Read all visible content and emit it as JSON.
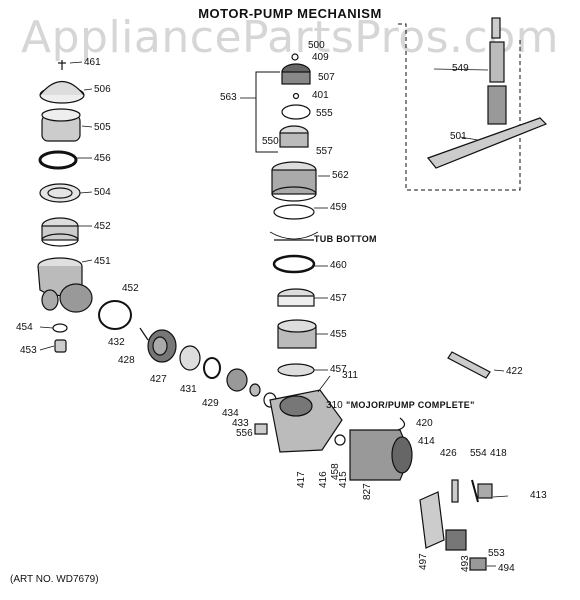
{
  "title": "MOTOR-PUMP MECHANISM",
  "watermark": "AppliancePartsPros.com",
  "art_no": "(ART NO. WD7679)",
  "parts": [
    {
      "id": "p461",
      "num": "461"
    },
    {
      "id": "p506",
      "num": "506"
    },
    {
      "id": "p505",
      "num": "505"
    },
    {
      "id": "p456",
      "num": "456"
    },
    {
      "id": "p504",
      "num": "504"
    },
    {
      "id": "p452a",
      "num": "452"
    },
    {
      "id": "p451",
      "num": "451"
    },
    {
      "id": "p452b",
      "num": "452"
    },
    {
      "id": "p454",
      "num": "454"
    },
    {
      "id": "p453",
      "num": "453"
    },
    {
      "id": "p432",
      "num": "432"
    },
    {
      "id": "p428",
      "num": "428"
    },
    {
      "id": "p427",
      "num": "427"
    },
    {
      "id": "p431",
      "num": "431"
    },
    {
      "id": "p429",
      "num": "429"
    },
    {
      "id": "p434",
      "num": "434"
    },
    {
      "id": "p433",
      "num": "433"
    },
    {
      "id": "p556",
      "num": "556"
    },
    {
      "id": "p500",
      "num": "500"
    },
    {
      "id": "p409",
      "num": "409"
    },
    {
      "id": "p507",
      "num": "507"
    },
    {
      "id": "p563",
      "num": "563"
    },
    {
      "id": "p401",
      "num": "401"
    },
    {
      "id": "p555",
      "num": "555"
    },
    {
      "id": "p550",
      "num": "550"
    },
    {
      "id": "p557",
      "num": "557"
    },
    {
      "id": "p562",
      "num": "562"
    },
    {
      "id": "p459",
      "num": "459"
    },
    {
      "id": "p460",
      "num": "460"
    },
    {
      "id": "p457a",
      "num": "457"
    },
    {
      "id": "p455",
      "num": "455"
    },
    {
      "id": "p457b",
      "num": "457"
    },
    {
      "id": "p311",
      "num": "311"
    },
    {
      "id": "p310",
      "num": "310"
    },
    {
      "id": "p420",
      "num": "420"
    },
    {
      "id": "p414",
      "num": "414"
    },
    {
      "id": "p549",
      "num": "549"
    },
    {
      "id": "p501",
      "num": "501"
    },
    {
      "id": "p422",
      "num": "422"
    },
    {
      "id": "p426",
      "num": "426"
    },
    {
      "id": "p554",
      "num": "554"
    },
    {
      "id": "p418",
      "num": "418"
    },
    {
      "id": "p413",
      "num": "413"
    },
    {
      "id": "p417",
      "num": "417"
    },
    {
      "id": "p416",
      "num": "416"
    },
    {
      "id": "p415",
      "num": "415"
    },
    {
      "id": "p458",
      "num": "458"
    },
    {
      "id": "p827",
      "num": "827"
    },
    {
      "id": "p553",
      "num": "553"
    },
    {
      "id": "p497",
      "num": "497"
    },
    {
      "id": "p493",
      "num": "493"
    },
    {
      "id": "p494",
      "num": "494"
    }
  ],
  "tub_bottom": "TUB BOTTOM",
  "motor_pump_complete": "\"MOJOR/PUMP COMPLETE\""
}
